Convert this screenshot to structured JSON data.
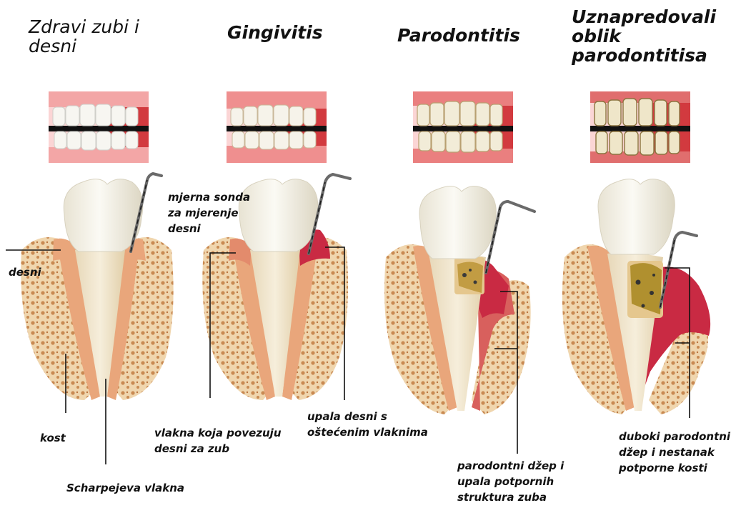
{
  "stages": [
    {
      "title": "Zdravi zubi i desni",
      "color_gum": "#e8a77a"
    },
    {
      "title": "Gingivitis",
      "color_gum": "#d9675a"
    },
    {
      "title": "Parodontitis",
      "color_gum": "#cf4a55"
    },
    {
      "title": "Uznapredovali oblik parodontitisa",
      "color_gum": "#c93347"
    }
  ],
  "labels": {
    "probe": "mjerna sonda za mjerenje desni",
    "gum": "desni",
    "bone": "kost",
    "sharpey": "Scharpejeva vlakna",
    "fibers": "vlakna koja povezuju desni za zub",
    "inflamed": "upala desni s oštećenim vlaknima",
    "pocket": "parodontni džep i upala potpornih struktura zuba",
    "deep_pocket": "duboki parodontni džep i nestanak potporne kosti"
  },
  "colors": {
    "tooth": "#f4f1e6",
    "bone": "#e8c79a",
    "gum_healthy": "#e9a67b",
    "inflamed": "#c92a43",
    "plaque": "#a0862c",
    "leader_line": "#111111"
  },
  "icons": [
    "periodontal-probe-icon",
    "tooth-cross-section-icon",
    "teeth-photo-icon"
  ]
}
